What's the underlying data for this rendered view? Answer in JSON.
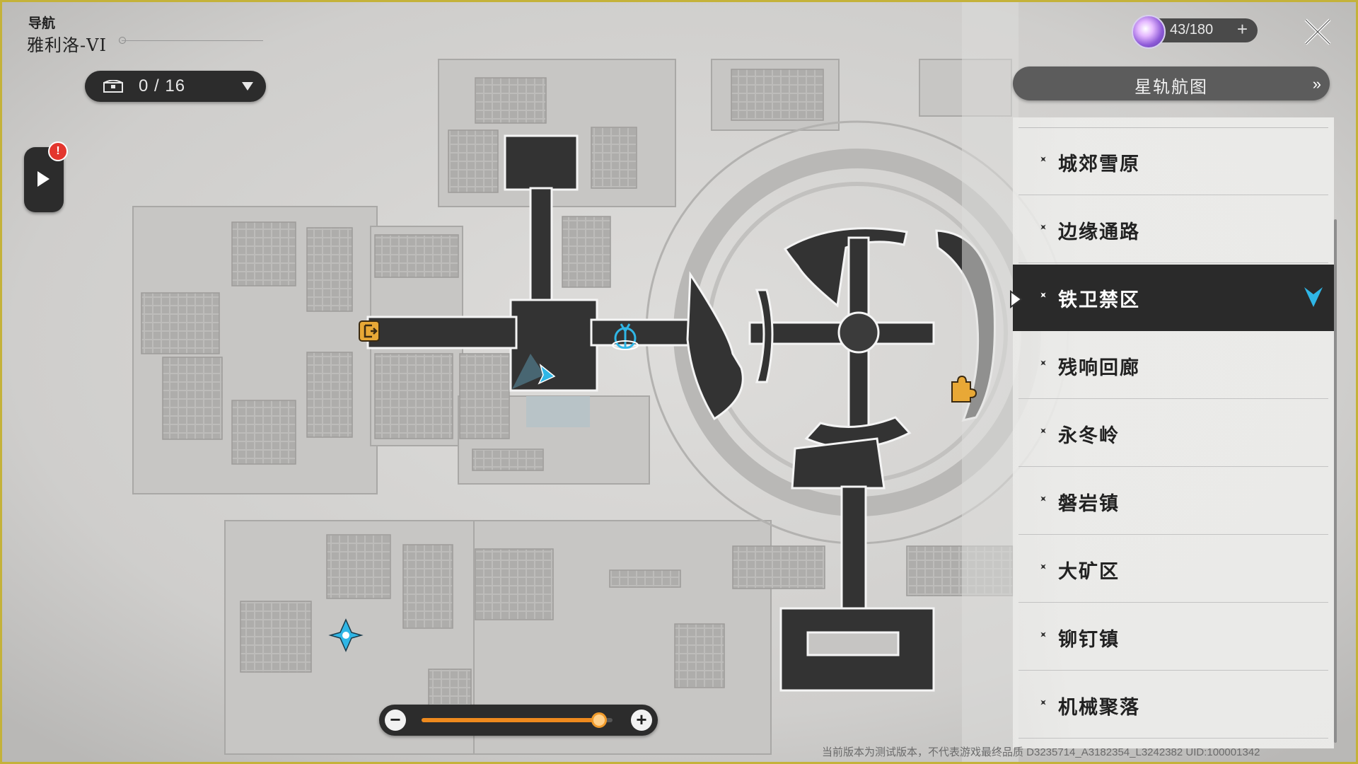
{
  "header": {
    "nav_label": "导航",
    "region_name": "雅利洛-VI"
  },
  "chest_counter": {
    "text": "0 / 16",
    "icon": "treasure-chest-icon"
  },
  "quest_tab": {
    "icon": "play-icon",
    "badge": "!"
  },
  "trailblaze_power": {
    "text": "43/180",
    "plus": "+",
    "icon": "trailblaze-power-orb-icon"
  },
  "close_icon": "close-icon",
  "star_rail_map": {
    "label": "星轨航图",
    "chevron": "»"
  },
  "area_list": {
    "selected_index": 2,
    "items": [
      {
        "label": "城郊雪原"
      },
      {
        "label": "边缘通路"
      },
      {
        "label": "铁卫禁区",
        "marker": "location-pin-icon"
      },
      {
        "label": "残响回廊"
      },
      {
        "label": "永冬岭"
      },
      {
        "label": "磐岩镇"
      },
      {
        "label": "大矿区"
      },
      {
        "label": "铆钉镇"
      },
      {
        "label": "机械聚落"
      }
    ]
  },
  "zoom": {
    "minus": "−",
    "plus": "+",
    "level": 0.93
  },
  "footer": {
    "version_text": "当前版本为测试版本，不代表游戏最终品质 D3235714_A3182354_L3242382 UID:100001342"
  },
  "colors": {
    "accent_orange": "#ee8a1e",
    "selected_bg": "#2a2a2a",
    "frame_yellow": "#c4b23a",
    "player_cyan": "#2fb6e6"
  },
  "map_icons": [
    "exit-door-icon",
    "player-arrow-icon",
    "space-anchor-icon",
    "puzzle-piece-icon",
    "teleport-waypoint-icon"
  ]
}
